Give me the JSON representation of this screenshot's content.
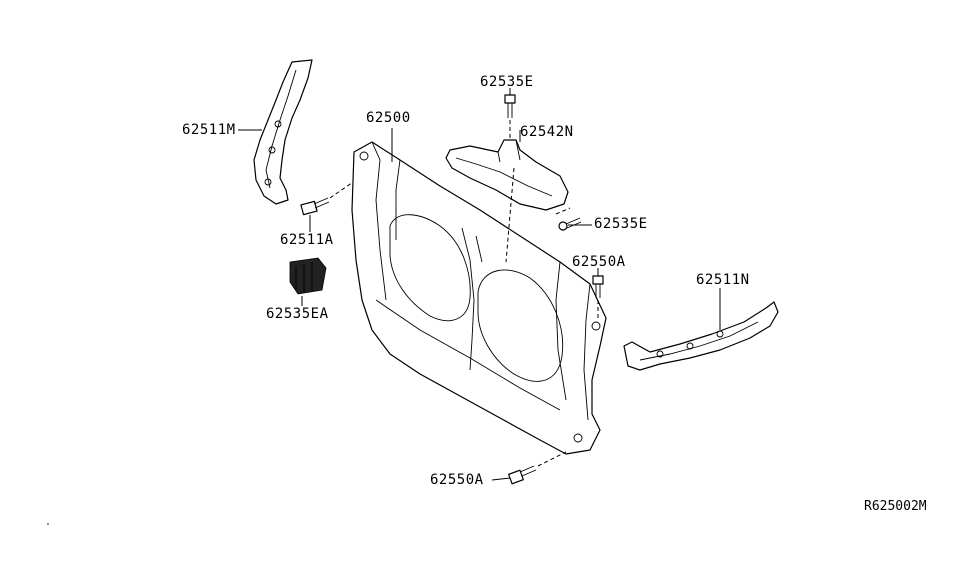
{
  "diagram": {
    "parts": {
      "p62511M": "62511M",
      "p62500": "62500",
      "p62535E_top": "62535E",
      "p62542N": "62542N",
      "p62535E_right": "62535E",
      "p62511A": "62511A",
      "p62550A_upper": "62550A",
      "p62535EA": "62535EA",
      "p62511N": "62511N",
      "p62550A_lower": "62550A"
    },
    "reference_code": "R625002M",
    "colors": {
      "line": "#000000",
      "background": "#ffffff"
    }
  }
}
